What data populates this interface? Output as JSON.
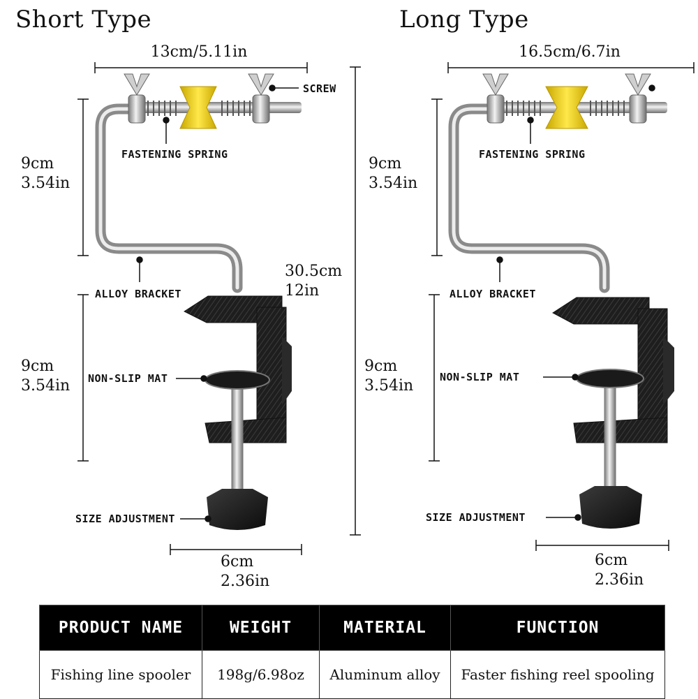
{
  "short": {
    "title": "Short Type",
    "width_dim": "13cm/5.11in",
    "upper_cm": "9cm",
    "upper_in": "3.54in",
    "lower_cm": "9cm",
    "lower_in": "3.54in",
    "total_cm": "30.5cm",
    "total_in": "12in",
    "base_cm": "6cm",
    "base_in": "2.36in",
    "labels": {
      "screw": "SCREW",
      "spring": "FASTENING SPRING",
      "bracket": "ALLOY BRACKET",
      "mat": "NON-SLIP MAT",
      "adjust": "SIZE ADJUSTMENT"
    }
  },
  "long": {
    "title": "Long Type",
    "width_dim": "16.5cm/6.7in",
    "upper_cm": "9cm",
    "upper_in": "3.54in",
    "lower_cm": "9cm",
    "lower_in": "3.54in",
    "base_cm": "6cm",
    "base_in": "2.36in",
    "labels": {
      "spring": "FASTENING SPRING",
      "bracket": "ALLOY BRACKET",
      "mat": "NON-SLIP MAT",
      "adjust": "SIZE ADJUSTMENT"
    }
  },
  "table": {
    "headers": [
      "PRODUCT NAME",
      "WEIGHT",
      "MATERIAL",
      "FUNCTION"
    ],
    "row": [
      "Fishing line spooler",
      "198g/6.98oz",
      "Aluminum alloy",
      "Faster fishing reel spooling"
    ]
  },
  "colors": {
    "spool": "#f5d800",
    "clamp": "#1b1b1b",
    "metal": "#c8c8c8",
    "header_bg": "#000000"
  }
}
